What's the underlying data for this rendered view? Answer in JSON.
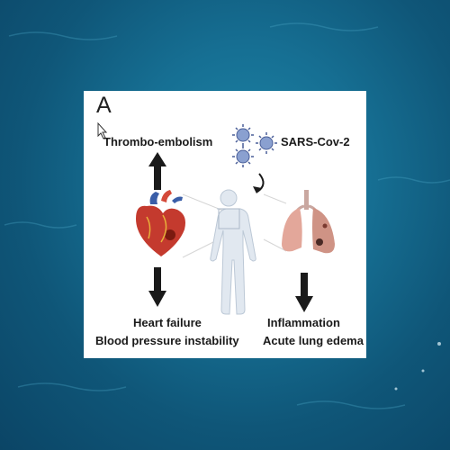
{
  "figure": {
    "panel_letter": "A",
    "top_left_label": "Thrombo-embolism",
    "top_right_label": "SARS-Cov-2",
    "bottom_left_line1": "Heart failure",
    "bottom_left_line2": "Blood pressure instability",
    "bottom_right_line1": "Inflammation",
    "bottom_right_line2": "Acute lung edema"
  },
  "icons": [
    "virus-icon",
    "heart-icon",
    "human-body-icon",
    "lungs-icon",
    "arrow-up-icon",
    "arrow-down-icon",
    "mouse-cursor-icon"
  ],
  "colors": {
    "background_ocean": "#166f93",
    "panel": "#ffffff",
    "arrow": "#1a1a1a",
    "virus": "#5b6fa8",
    "heart": "#c43a2e",
    "lungs": "#d99a8c",
    "body": "#dfe6ef"
  }
}
